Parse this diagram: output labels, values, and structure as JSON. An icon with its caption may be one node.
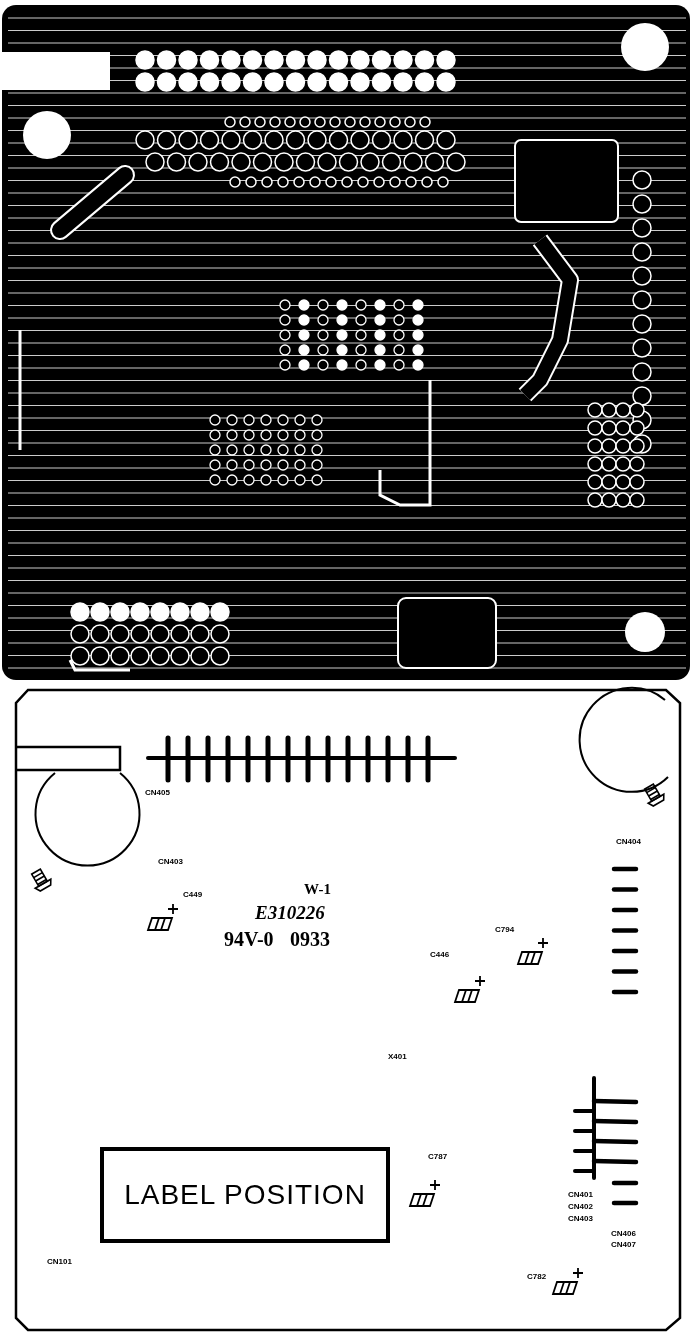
{
  "diagram": {
    "nodes": [
      {
        "text": [
          "LABEL POSITION"
        ]
      }
    ],
    "labels": [
      "CN405",
      "CN404",
      "CN403",
      "W-1",
      "E310226",
      "C449",
      "94V-0",
      "0933",
      "C794",
      "C446",
      "X401",
      "C787",
      "CN401",
      "CN402",
      "CN403",
      "CN406",
      "CN407",
      "CN101",
      "C782"
    ]
  }
}
